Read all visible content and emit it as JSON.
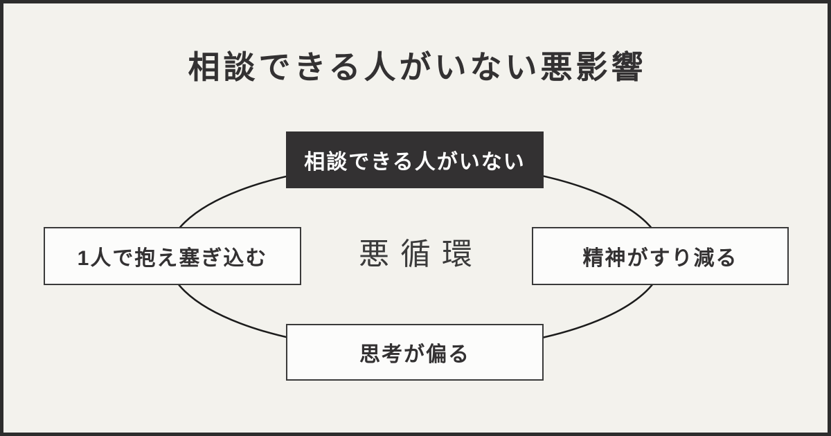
{
  "title": "相談できる人がいない悪影響",
  "cycle": {
    "center_label": "悪循環",
    "nodes": [
      {
        "id": "no-one-to-consult",
        "label": "相談できる人がいない",
        "variant": "dark"
      },
      {
        "id": "bottle-up-alone",
        "label": "1人で抱え塞ぎ込む",
        "variant": "light"
      },
      {
        "id": "mental-wear",
        "label": "精神がすり減る",
        "variant": "light"
      },
      {
        "id": "biased-thinking",
        "label": "思考が偏る",
        "variant": "light"
      }
    ]
  },
  "colors": {
    "background": "#F3F2ED",
    "frame_border": "#2D2D2D",
    "dark_node_bg": "#333132",
    "dark_node_text": "#FFFFFF",
    "light_node_bg": "#FCFCFB",
    "node_border": "#3A3A3A",
    "heading_text": "#333132",
    "center_text": "#3B3B3B",
    "ellipse_stroke": "#1C1C1C"
  }
}
